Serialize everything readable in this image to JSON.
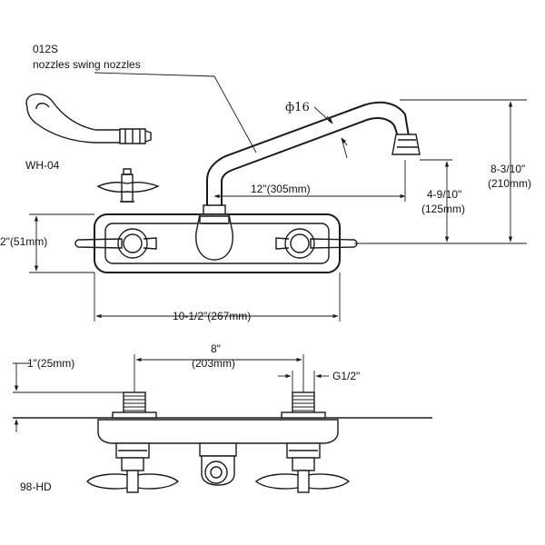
{
  "labels": {
    "model_spout": "012S",
    "spout_note": "nozzles swing nozzles",
    "handle_model": "WH-04",
    "tube_diameter": "ф16",
    "spout_reach": "12\"(305mm)",
    "total_height_in": "8-3/10\"",
    "total_height_mm": "(210mm)",
    "spout_height_in": "4-9/10\"",
    "spout_height_mm": "(125mm)",
    "body_height": "2\"(51mm)",
    "body_width": "10-1/2\"(267mm)",
    "shank_length": "1\"(25mm)",
    "center_spacing_in": "8\"",
    "center_spacing_mm": "(203mm)",
    "thread_size": "G1/2\"",
    "valve_model": "98-HD"
  },
  "colors": {
    "line": "#1a1a1a",
    "background": "#ffffff"
  }
}
